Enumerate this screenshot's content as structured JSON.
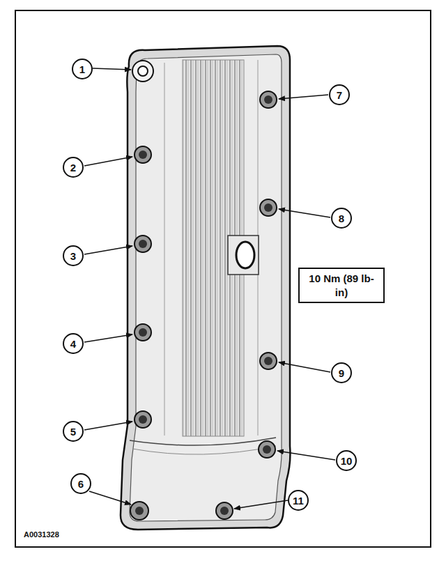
{
  "diagram": {
    "nodes": [
      {
        "text": [
          "1"
        ]
      },
      {
        "text": [
          "2"
        ]
      },
      {
        "text": [
          "3"
        ]
      },
      {
        "text": [
          "4"
        ]
      },
      {
        "text": [
          "5"
        ]
      },
      {
        "text": [
          "6"
        ]
      },
      {
        "text": [
          "7"
        ]
      },
      {
        "text": [
          "8"
        ]
      },
      {
        "text": [
          "9"
        ]
      },
      {
        "text": [
          "10"
        ]
      },
      {
        "text": [
          "11"
        ]
      },
      {
        "text": [
          "10 Nm (89 lb-in)"
        ]
      }
    ],
    "labels": [
      "A0031328"
    ]
  }
}
